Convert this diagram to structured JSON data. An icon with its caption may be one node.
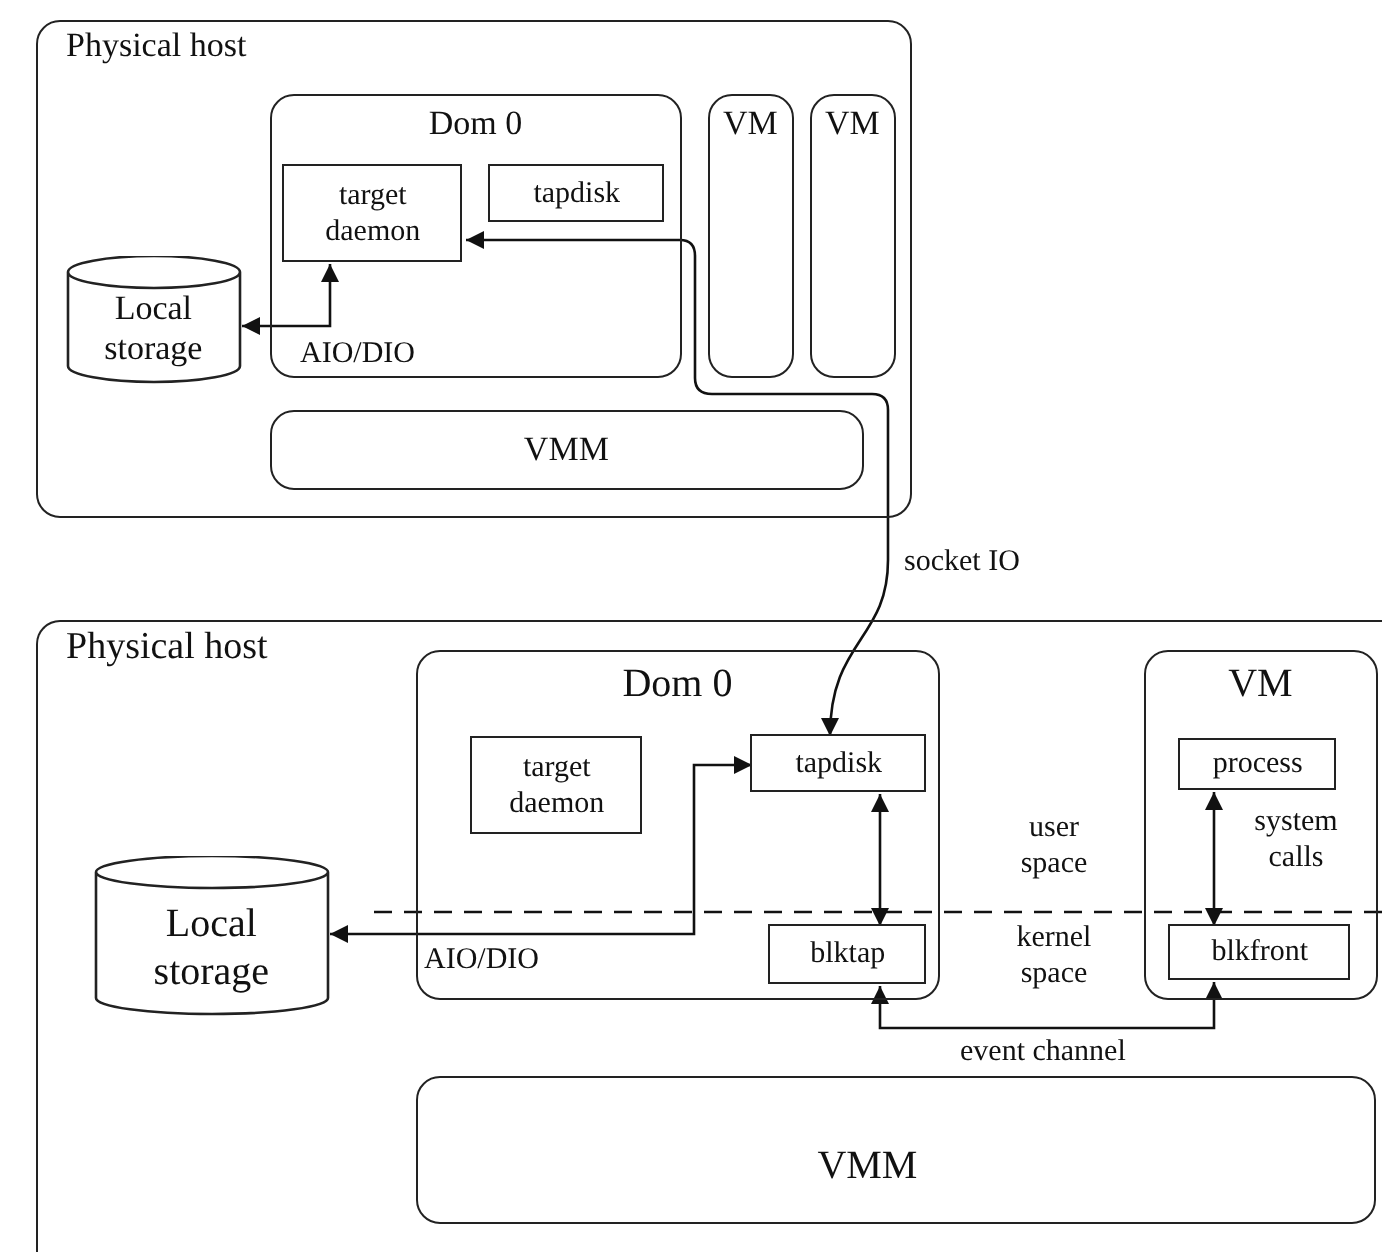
{
  "diagram": {
    "nodes": [
      {
        "text": [
          "Physical host"
        ]
      },
      {
        "text": [
          "Dom 0"
        ],
        "in": 0
      },
      {
        "text": [
          "target daemon"
        ],
        "in": 1
      },
      {
        "text": [
          "tapdisk"
        ],
        "in": 1
      },
      {
        "text": [
          "VM"
        ],
        "in": 0
      },
      {
        "text": [
          "VM"
        ],
        "in": 0
      },
      {
        "text": [
          "VMM"
        ],
        "in": 0
      },
      {
        "text": [
          "Local storage"
        ],
        "in": 0
      },
      {
        "text": [
          "Physical host"
        ]
      },
      {
        "text": [
          "Dom 0"
        ],
        "in": 8
      },
      {
        "text": [
          "target daemon"
        ],
        "in": 9
      },
      {
        "text": [
          "tapdisk"
        ],
        "in": 9
      },
      {
        "text": [
          "blktap"
        ],
        "in": 9
      },
      {
        "text": [
          "VM"
        ],
        "in": 8
      },
      {
        "text": [
          "process"
        ],
        "in": 13
      },
      {
        "text": [
          "blkfront"
        ],
        "in": 13
      },
      {
        "text": [
          "VMM"
        ],
        "in": 8
      },
      {
        "text": [
          "Local storage"
        ],
        "in": 8
      }
    ],
    "edges": [
      {
        "from": 7,
        "to": 2,
        "arrow": "both",
        "label": "AIO/DIO"
      },
      {
        "from": 2,
        "to": 11,
        "arrow": "both",
        "label": "socket IO"
      },
      {
        "from": 17,
        "to": 11,
        "arrow": "both",
        "label": "AIO/DIO"
      },
      {
        "from": 11,
        "to": 12,
        "arrow": "both"
      },
      {
        "from": 14,
        "to": 15,
        "arrow": "both",
        "label": "system calls"
      },
      {
        "from": 12,
        "to": 15,
        "arrow": "both",
        "label": "event channel"
      }
    ],
    "labels": [
      "user space",
      "kernel space"
    ]
  }
}
